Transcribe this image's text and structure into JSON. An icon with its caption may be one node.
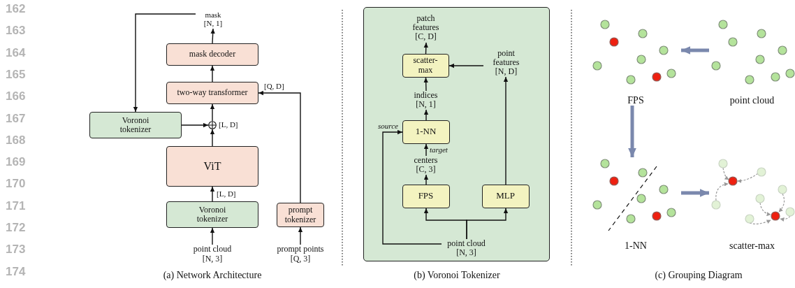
{
  "diagram": {
    "nodes": [
      {
        "text": [
          "mask",
          "[N, 1]"
        ]
      },
      {
        "text": [
          "mask decoder"
        ]
      },
      {
        "text": [
          "two-way transformer"
        ]
      },
      {
        "text": [
          "Voronoi tokenizer"
        ]
      },
      {
        "text": [],
        "shape": "circle",
        "beside": [
          "[L, D]"
        ]
      },
      {
        "text": [
          "ViT"
        ]
      },
      {
        "text": [
          "Voronoi tokenizer"
        ]
      },
      {
        "text": [
          "prompt tokenizer"
        ]
      },
      {
        "text": [
          "point cloud",
          "[N, 3]"
        ]
      },
      {
        "text": [
          "prompt points",
          "[Q, 3]"
        ]
      },
      {
        "text": [],
        "shape": "box"
      },
      {
        "text": [
          "patch features",
          "[C, D]"
        ],
        "in": 10
      },
      {
        "text": [
          "scatter-max"
        ],
        "in": 10
      },
      {
        "text": [
          "point features",
          "[N, D]"
        ],
        "in": 10
      },
      {
        "text": [
          "indices",
          "[N, 1]"
        ],
        "in": 10
      },
      {
        "text": [
          "1-NN"
        ],
        "in": 10
      },
      {
        "text": [
          "centers",
          "[C, 3]"
        ],
        "in": 10
      },
      {
        "text": [
          "FPS"
        ],
        "in": 10
      },
      {
        "text": [
          "MLP"
        ],
        "in": 10
      },
      {
        "text": [
          "point cloud",
          "[N, 3]"
        ],
        "in": 10
      },
      {
        "text": [
          "FPS"
        ]
      },
      {
        "text": [
          "point cloud"
        ]
      },
      {
        "text": [
          "1-NN"
        ]
      },
      {
        "text": [
          "scatter-max"
        ]
      }
    ],
    "edges": [
      {
        "from": 1,
        "to": 0,
        "arrow": "to"
      },
      {
        "from": 2,
        "to": 1,
        "arrow": "to"
      },
      {
        "from": 4,
        "to": 2,
        "arrow": "to"
      },
      {
        "from": 3,
        "to": 4,
        "arrow": "to"
      },
      {
        "from": 5,
        "to": 4,
        "arrow": "to"
      },
      {
        "from": 6,
        "to": 5,
        "arrow": "to",
        "label": "[L, D]"
      },
      {
        "from": 8,
        "to": 6,
        "arrow": "to"
      },
      {
        "from": 9,
        "to": 7,
        "arrow": "to"
      },
      {
        "from": 7,
        "to": 2,
        "arrow": "to",
        "label": "[Q, D]"
      },
      {
        "from": 0,
        "to": 3,
        "arrow": "to"
      },
      {
        "from": 12,
        "to": 11,
        "arrow": "to"
      },
      {
        "from": 13,
        "to": 12,
        "arrow": "to"
      },
      {
        "from": 14,
        "to": 12,
        "arrow": "to"
      },
      {
        "from": 15,
        "to": 14,
        "arrow": "to"
      },
      {
        "from": 16,
        "to": 15,
        "arrow": "to",
        "label": "target"
      },
      {
        "from": 17,
        "to": 16,
        "arrow": "to"
      },
      {
        "from": 18,
        "to": 13,
        "arrow": "to"
      },
      {
        "from": 19,
        "to": 17,
        "arrow": "to"
      },
      {
        "from": 19,
        "to": 18,
        "arrow": "to"
      },
      {
        "from": 19,
        "to": 15,
        "arrow": "to",
        "label": "source"
      },
      {
        "from": 21,
        "to": 20,
        "arrow": "to",
        "style": "thick",
        "color": "#7a88ad"
      },
      {
        "from": 20,
        "to": 22,
        "arrow": "to",
        "style": "thick",
        "color": "#7a88ad"
      },
      {
        "from": 22,
        "to": 23,
        "arrow": "to",
        "style": "thick",
        "color": "#7a88ad"
      }
    ],
    "labels": [
      "162",
      "163",
      "164",
      "165",
      "166",
      "167",
      "168",
      "169",
      "170",
      "171",
      "172",
      "173",
      "174",
      "(a) Network Architecture",
      "(b) Voronoi Tokenizer",
      "(c) Grouping Diagram"
    ]
  }
}
